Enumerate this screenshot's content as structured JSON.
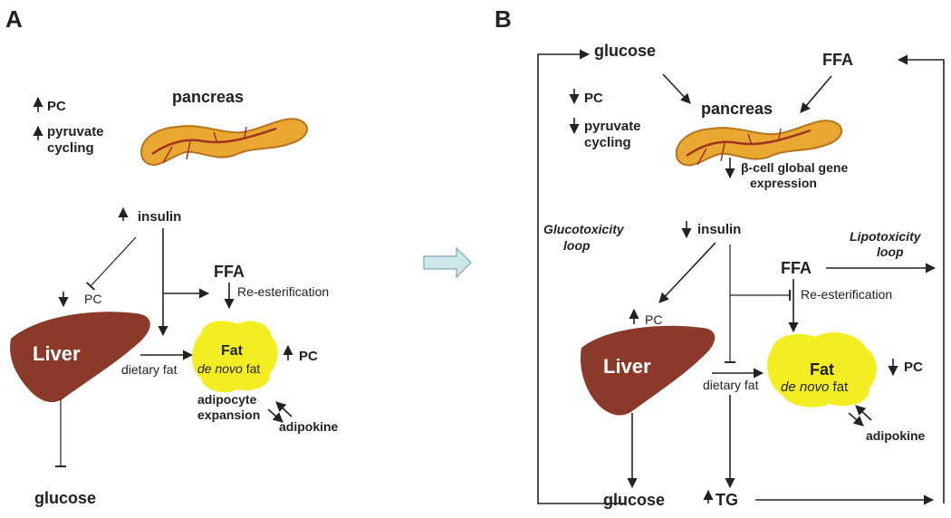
{
  "panel_a": {
    "panel_label": "A",
    "pancreas": "pancreas",
    "pc": "PC",
    "pyruvate_line1": "pyruvate",
    "pyruvate_line2": "cycling",
    "insulin": "insulin",
    "ffa": "FFA",
    "reesterification": "Re-esterification",
    "pc_liver": "PC",
    "liver": "Liver",
    "fat": "Fat",
    "de_novo_italic": "de novo",
    "de_novo_fat": " fat",
    "dietary_fat": "dietary fat",
    "pc_fat": "PC",
    "adipocyte_line1": "adipocyte",
    "adipocyte_line2": "expansion",
    "adipokine": "adipokine",
    "glucose": "glucose"
  },
  "panel_b": {
    "panel_label": "B",
    "glucose_top": "glucose",
    "ffa_top": "FFA",
    "pancreas": "pancreas",
    "pc": "PC",
    "pyruvate_line1": "pyruvate",
    "pyruvate_line2": "cycling",
    "beta_line1": "β-cell global gene",
    "beta_line2": "expression",
    "glucotoxicity_line1": "Glucotoxicity",
    "glucotoxicity_line2": "loop",
    "lipotoxicity_line1": "Lipotoxicity",
    "lipotoxicity_line2": "loop",
    "insulin": "insulin",
    "ffa": "FFA",
    "reesterification": "Re-esterification",
    "pc_liver": "PC",
    "liver": "Liver",
    "fat": "Fat",
    "de_novo_italic": "de novo",
    "de_novo_fat": " fat",
    "dietary_fat": "dietary fat",
    "pc_fat": "PC",
    "adipokine": "adipokine",
    "glucose_bottom": "glucose",
    "tg": "TG"
  },
  "colors": {
    "liver": "#8B3A2A",
    "fat": "#F2EE22",
    "pancreas": "#E8A832",
    "transition_arrow": "#CDE7EC"
  }
}
